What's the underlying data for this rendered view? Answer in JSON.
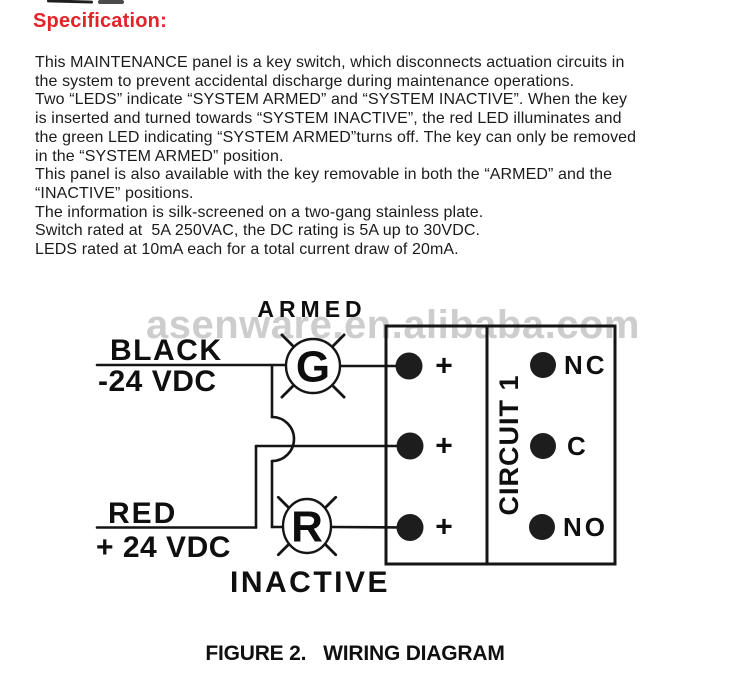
{
  "heading": {
    "text": "Specification:"
  },
  "spec": {
    "lines": [
      "This MAINTENANCE panel is a key switch, which disconnects actuation circuits in",
      "the system to prevent accidental discharge during maintenance operations.",
      "Two “LEDS” indicate “SYSTEM ARMED” and “SYSTEM INACTIVE”. When the key",
      "is inserted and turned towards “SYSTEM INACTIVE”, the red LED illuminates and",
      "the green LED indicating “SYSTEM ARMED”turns off. The key can only be removed",
      "in the “SYSTEM ARMED” position.",
      "This panel is also available with the key removable in both the “ARMED” and the",
      "“INACTIVE” positions.",
      "The information is silk-screened on a two-gang stainless plate.",
      "Switch rated at  5A 250VAC, the DC rating is 5A up to 30VDC.",
      "LEDS rated at 10mA each for a total current draw of 20mA."
    ]
  },
  "watermark": {
    "text": "asenware.en.alibaba.com"
  },
  "diagram": {
    "armed_label": "ARMED",
    "inactive_label": "INACTIVE",
    "black_wire_label": "BLACK",
    "black_wire_voltage": "-24 VDC",
    "red_wire_label": "RED",
    "red_wire_voltage": "+ 24 VDC",
    "green_led_letter": "G",
    "red_led_letter": "R",
    "plus": "+",
    "circuit_label": "CIRCUIT 1",
    "terminals": {
      "nc": "NC",
      "c": "C",
      "no": "NO"
    }
  },
  "caption": {
    "text": "FIGURE 2.   WIRING DIAGRAM"
  },
  "colors": {
    "heading_red": "#e3222a",
    "ink": "#151515",
    "watermark_gray": "#b0b0b0",
    "background": "#ffffff"
  }
}
